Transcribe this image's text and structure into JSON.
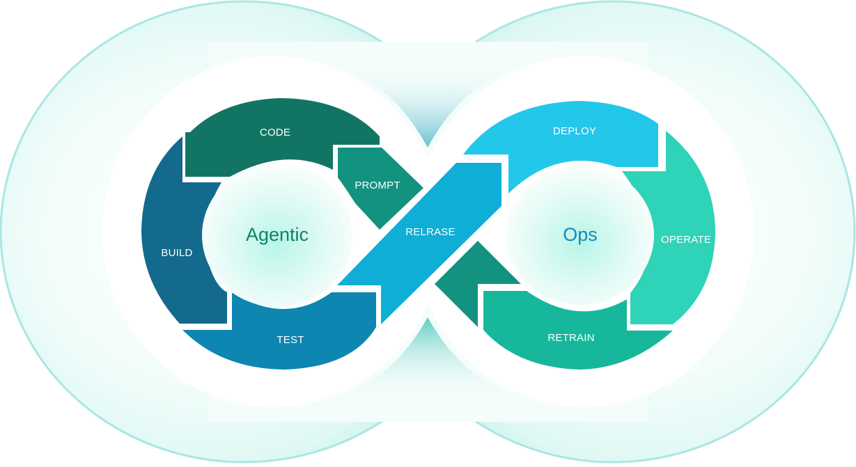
{
  "diagram": {
    "left_hub_title": "Agentic",
    "right_hub_title": "Ops",
    "segments": {
      "code": "CODE",
      "prompt": "PROMPT",
      "build": "BUILD",
      "test": "TEST",
      "release": "RELRASE",
      "deploy": "DEPLOY",
      "operate": "OPERATE",
      "retrain": "RETRAIN"
    }
  },
  "colors": {
    "code": "#127563",
    "prompt": "#139280",
    "build": "#136a8c",
    "test": "#0d86b1",
    "release": "#0eaed6",
    "deploy": "#22c7ea",
    "operate": "#2fd3b7",
    "retrain": "#17b79b",
    "lower_connector": "#139280",
    "left_hub_text": "#13806a",
    "right_hub_text": "#0e8db6",
    "halo": "#c9f3ee"
  }
}
